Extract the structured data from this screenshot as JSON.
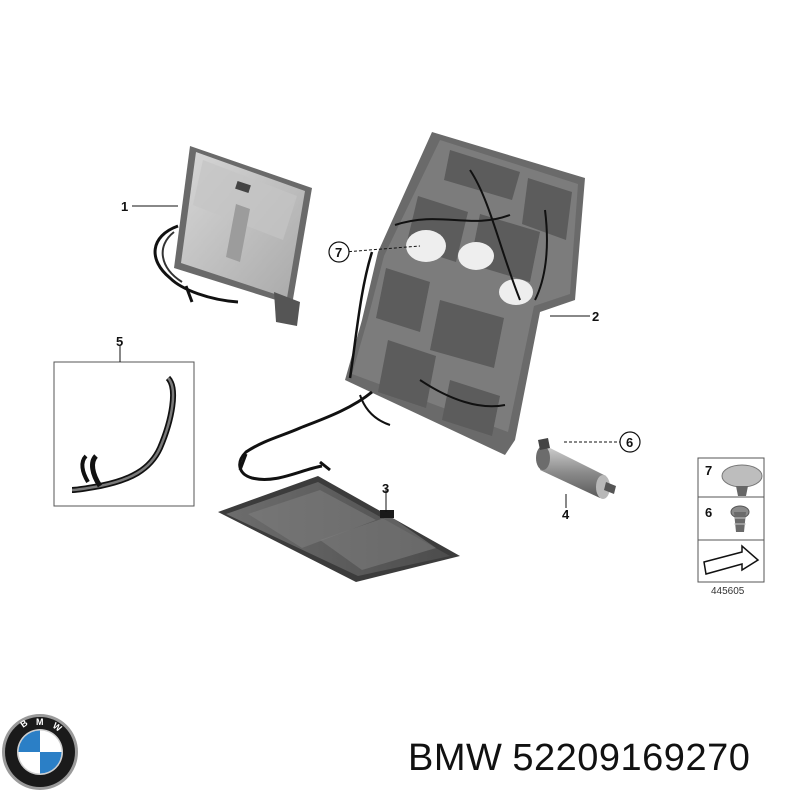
{
  "callouts": {
    "c1": "1",
    "c2": "2",
    "c3": "3",
    "c4": "4",
    "c5": "5",
    "c6": "6",
    "c7": "7"
  },
  "legend": {
    "item_a": "7",
    "item_b": "6",
    "drawing_number": "445605"
  },
  "footer": {
    "brand": "BMW",
    "part_number": "52209169270"
  },
  "logo": {
    "lettering": "BMW",
    "colors": {
      "blue": "#2b7fc6",
      "white": "#ffffff",
      "ring": "#1a1a1a",
      "chrome": "#9a9a9a"
    }
  }
}
